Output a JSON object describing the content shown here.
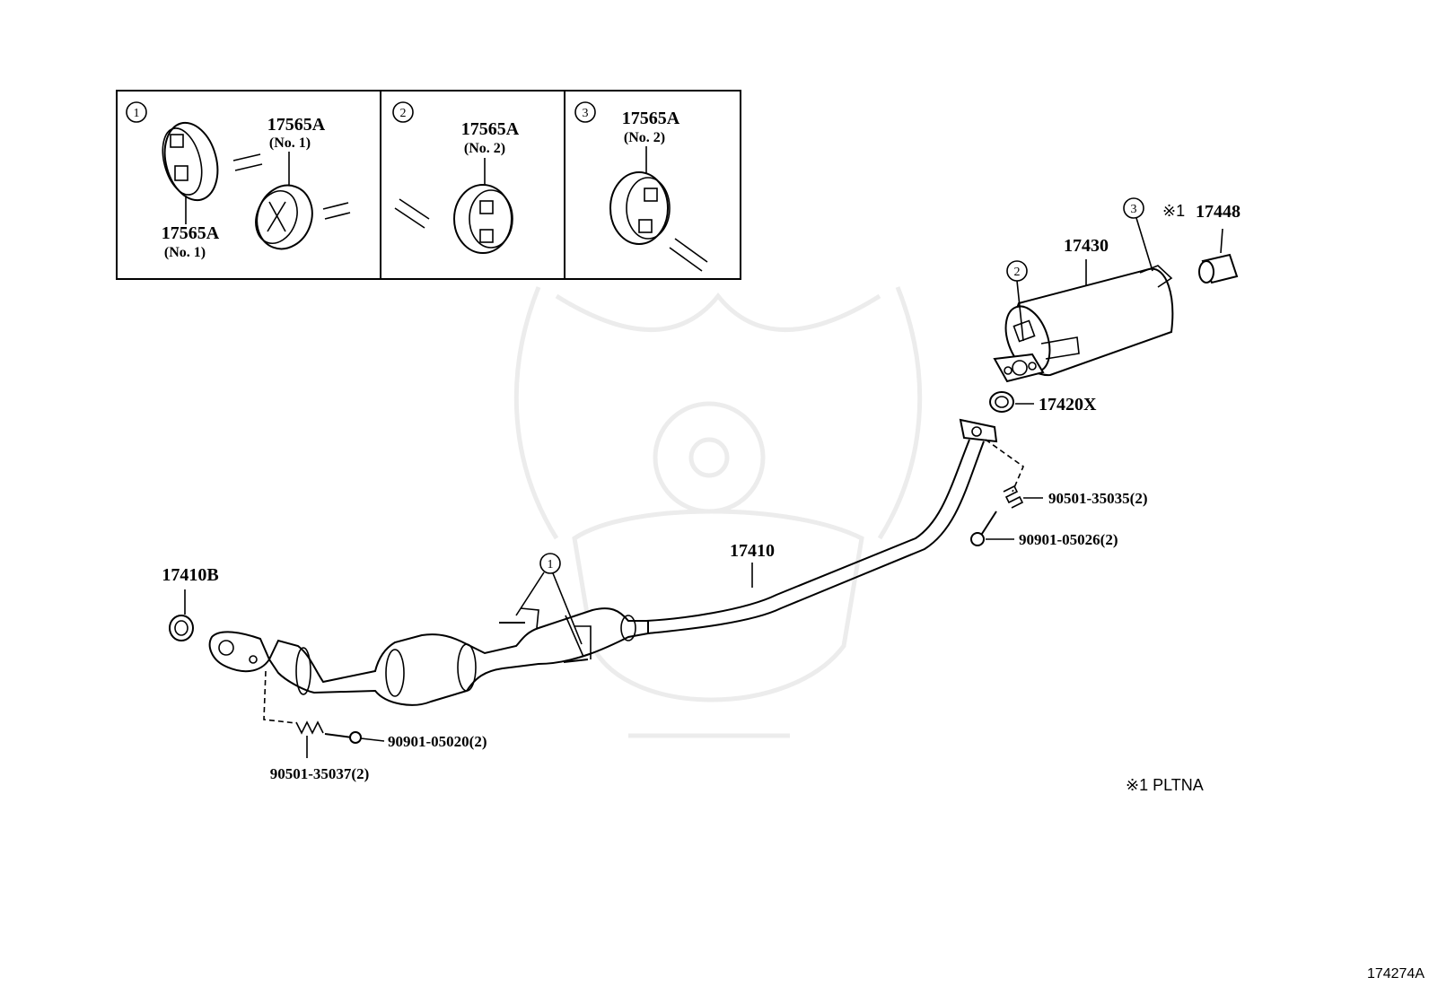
{
  "insets": [
    {
      "marker": "1",
      "labels": [
        {
          "code": "17565A",
          "sub": "(No. 1)"
        },
        {
          "code": "17565A",
          "sub": "(No. 1)"
        }
      ]
    },
    {
      "marker": "2",
      "labels": [
        {
          "code": "17565A",
          "sub": "(No. 2)"
        }
      ]
    },
    {
      "marker": "3",
      "labels": [
        {
          "code": "17565A",
          "sub": "(No. 2)"
        }
      ]
    }
  ],
  "parts": {
    "tail_pipe_tip": {
      "note_mark": "※1",
      "code": "17448"
    },
    "muffler": "17430",
    "gasket_rear": "17420X",
    "spring_rear": "90501-35035(2)",
    "bolt_rear": "90901-05026(2)",
    "front_pipe": "17410",
    "gasket_front": "17410B",
    "bolt_front": "90901-05020(2)",
    "spring_front": "90501-35037(2)"
  },
  "callouts": {
    "hanger_front": "1",
    "hanger_muffler_front": "2",
    "hanger_muffler_rear": "3"
  },
  "footnote": "※1 PLTNA",
  "figure_id": "174274A"
}
